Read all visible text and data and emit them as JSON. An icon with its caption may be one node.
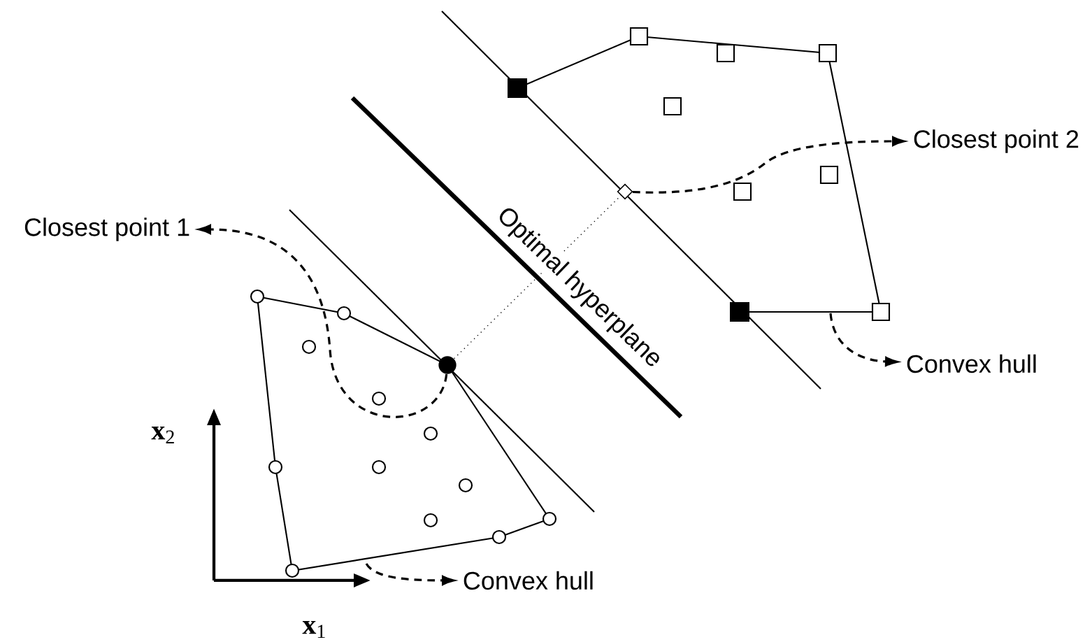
{
  "diagram": {
    "nodes": [
      {
        "text": [
          "Closest point 2"
        ]
      },
      {
        "text": [],
        "shape": "diamond"
      },
      {
        "text": [
          "Closest point 1"
        ]
      },
      {
        "text": [],
        "shape": "circle"
      },
      {
        "text": [
          "Convex hull"
        ]
      },
      {
        "text": [
          "Convex hull"
        ]
      }
    ],
    "edges": [
      {
        "from": 1,
        "to": 0,
        "arrow": "to",
        "style": "dashed"
      },
      {
        "from": 3,
        "to": 2,
        "arrow": "to",
        "style": "dashed"
      },
      {
        "from": null,
        "to": 4,
        "arrow": "to",
        "style": "dashed"
      },
      {
        "from": null,
        "to": 5,
        "arrow": "to",
        "style": "dashed"
      }
    ],
    "labels": [
      "Optimal hyperplane",
      "**x**$_{2}$",
      "**x**$_{1}$"
    ]
  }
}
